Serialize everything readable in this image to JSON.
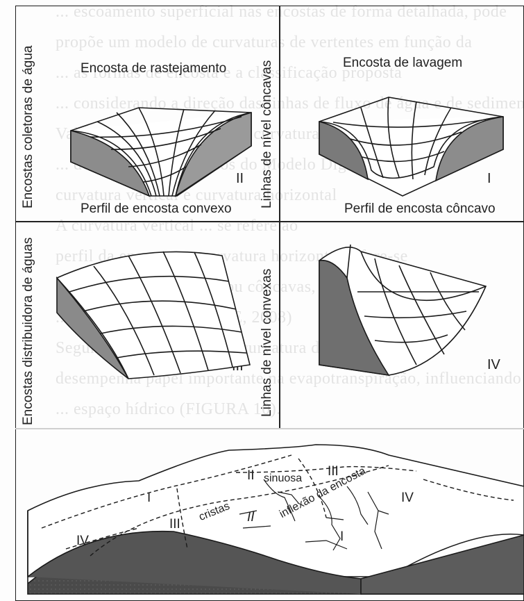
{
  "background_text": [
    "... escoamento superficial nas encostas de forma detalhada, pode",
    "propõe um modelo de curvaturas de vertentes em função da",
    "... as formas de encosta e a classificação proposta",
    "... considerando a direção das linhas de fluxo de água e de sedimentos",
    "Valente (2008), ... utiliza as curvaturas",
    "... dos produtos derivados do Modelo Digital de Elevação",
    "curvatura vertical e curvatura horizontal",
    "A curvatura vertical ... se refere ao",
    "perfil da encosta e a curvatura horizontal refere-se",
    "... as encostas convexas ou côncavas, por exemplo",
    "... relacionado (VALENTE, 2008)",
    "Segundo Valente (2008) a curvatura da encosta ...",
    "desempenha papel importante na evapotranspiração, influenciando",
    "... espaço hídrico (FIGURA 10)."
  ],
  "axis_labels": {
    "left_top": "Encostas coletoras de água",
    "left_bottom": "Encostas distribuidora de águas",
    "center_top": "Linhas de nível côncavas",
    "center_bottom": "Linhas de nível convexas"
  },
  "panels": {
    "top_left": {
      "title": "Encosta de rastejamento",
      "roman": "II",
      "caption": "Perfil de encosta convexo"
    },
    "top_right": {
      "title": "Encosta de lavagem",
      "roman": "I",
      "caption": "Perfil de encosta côncavo"
    },
    "bottom_left": {
      "roman": "III"
    },
    "bottom_right": {
      "roman": "IV"
    }
  },
  "landscape": {
    "labels": {
      "I": "I",
      "II_sinuosa_numeral": "II",
      "sinuosa": "sinuosa",
      "III_top": "III",
      "cristas": "cristas",
      "III_left": "III",
      "II_center": "II",
      "inflexao": "inflexão da encosta",
      "I_right": "I",
      "IV_right": "IV",
      "IV_left": "IV"
    }
  }
}
